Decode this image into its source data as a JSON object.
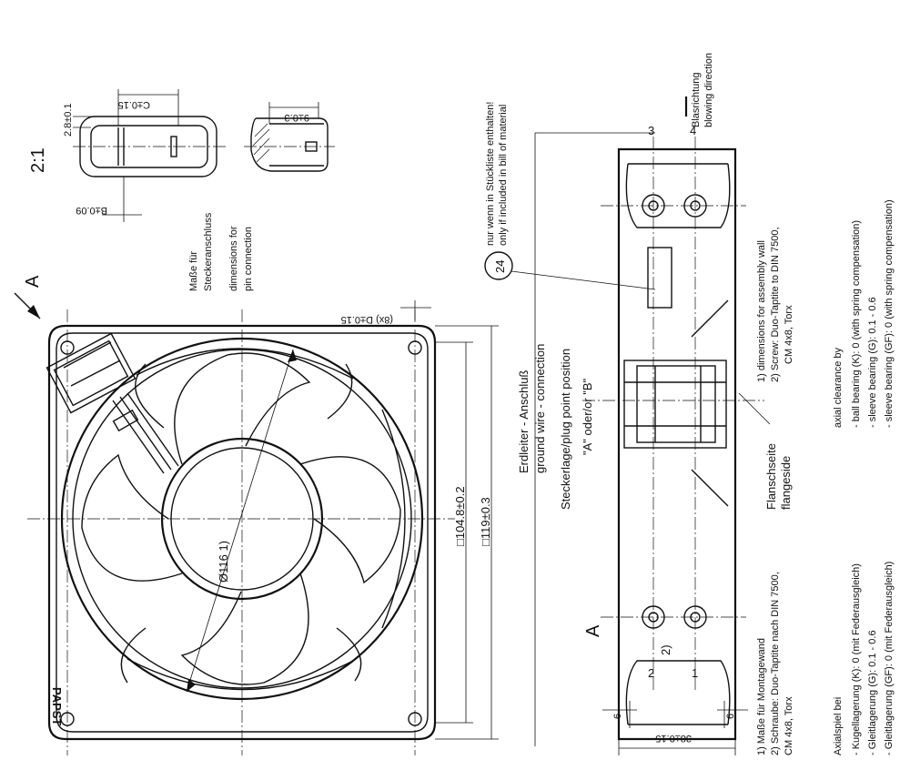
{
  "scale_label": "2:1",
  "view_label_top": "A",
  "view_label_side": "A",
  "dims": {
    "pin_width": "2.8±0.1",
    "pin_len": "C±0.15",
    "pin_b": "B±0.09",
    "pin_side": "9±0.3",
    "hole_d": "(8x) D±0.15",
    "d116": "Ø116 1)",
    "sq1048": "□104.8±0.2",
    "sq119": "□119±0.3",
    "depth38": "38±0.15",
    "six_left": "6",
    "six_right": "6"
  },
  "pin_notes": {
    "de_line1": "Maße für",
    "de_line2": "Steckeranschluss",
    "en_line1": "dimensions for",
    "en_line2": "pin connection"
  },
  "balloon_24": "24",
  "bill_note": {
    "de": "nur wenn in Stückliste enthalten!",
    "en": "only if included in bill of material"
  },
  "blow": {
    "de": "Blasrichtung",
    "en": "blowing direction"
  },
  "ground": {
    "de": "Erdleiter - Anschluß",
    "en": "ground wire - connection",
    "pos": "Steckerlage/plug point position",
    "ab": "\"A\"       oder/or   \"B\""
  },
  "flange": {
    "de": "Flanschseite",
    "en": "flangeside"
  },
  "callouts": {
    "c1": "1",
    "c2": "2",
    "c2p": "2)",
    "c3": "3",
    "c4": "4"
  },
  "footnotes_en": {
    "l1": "1) dimensions for assembly wall",
    "l2": "2) Screw: Duo-Taptite to DIN 7500,",
    "l3": "CM 4x8, Torx"
  },
  "footnotes_de": {
    "l1": "1) Maße für Montagewand",
    "l2": "2) Schraube: Duo-Taptite nach DIN 7500,",
    "l3": "CM 4x8, Torx"
  },
  "axial_en": {
    "title": "axial clearance by",
    "l1": "- ball bearing (K): 0 (with spring compensation)",
    "l2": "- sleeve bearing (G): 0.1 - 0.6",
    "l3": "- sleeve bearing (GF): 0 (with spring compensation)"
  },
  "axial_de": {
    "title": "Axialspiel bei",
    "l1": "- Kugellagerung (K): 0 (mit Federausgleich)",
    "l2": "- Gleitlagerung (G): 0.1 - 0.6",
    "l3": "- Gleitlagerung (GF): 0 (mit Federausgleich)"
  },
  "brand": "PAPST"
}
